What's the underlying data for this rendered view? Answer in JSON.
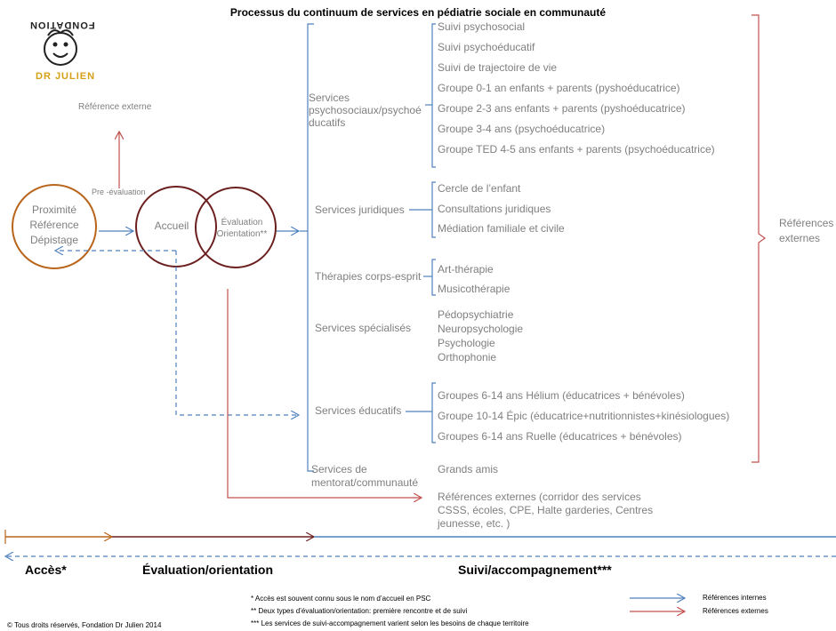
{
  "title": "Processus du continuum de services en pédiatrie sociale en communauté",
  "logo": {
    "arc_top": "FONDATION",
    "arc_bottom": "DR JULIEN"
  },
  "left": {
    "external_ref": "Référence externe",
    "pre_eval": "Pre -évaluation",
    "circle1": [
      "Proximité",
      "Référence",
      "Dépistage"
    ],
    "circle2": "Accueil",
    "circle3": [
      "Évaluation",
      "Orientation**"
    ]
  },
  "services": [
    {
      "label": "Services psychosociaux/psychoé ducatifs",
      "items": [
        "Suivi psychosocial",
        "Suivi psychoéducatif",
        "Suivi de trajectoire de vie",
        "Groupe 0-1 an enfants + parents (pyshoéducatrice)",
        "Groupe 2-3 ans enfants + parents (pyshoéducatrice)",
        "Groupe 3-4 ans (psychoéducatrice)",
        "Groupe TED 4-5 ans enfants + parents (psychoéducatrice)"
      ]
    },
    {
      "label": "Services juridiques",
      "items": [
        "Cercle de l’enfant",
        "Consultations juridiques",
        "Médiation familiale et civile"
      ]
    },
    {
      "label": "Thérapies corps-esprit",
      "items": [
        "Art-thérapie",
        "Musicothérapie"
      ]
    },
    {
      "label": "Services spécialisés",
      "items": [
        "Pédopsychiatrie",
        "Neuropsychologie",
        "Psychologie",
        "Orthophonie"
      ]
    },
    {
      "label": "Services éducatifs",
      "items": [
        "Groupes 6-14 ans Hélium  (éducatrices + bénévoles)",
        "Groupe 10-14  Épic (éducatrice+nutritionnistes+kinésiologues)",
        "Groupes  6-14 ans Ruelle (éducatrices + bénévoles)"
      ]
    },
    {
      "label": "Services de mentorat/communauté",
      "items": [
        "Grands amis"
      ]
    }
  ],
  "external_refs_right": "Références externes",
  "external_refs_bottom": "Références externes (corridor des services CSSS, écoles, CPE, Halte garderies, Centres jeunesse, etc. )",
  "phases": [
    "Accès*",
    "Évaluation/orientation",
    "Suivi/accompagnement***"
  ],
  "notes": [
    "*    Accès est souvent connu sous le nom  d’accueil en PSC",
    "**   Deux types d’évaluation/orientation:  première rencontre et de suivi",
    "*** Les services de suivi-accompagnement varient selon les besoins de chaque territoire"
  ],
  "legend": {
    "internal": "Références internes",
    "external": "Références externes"
  },
  "copyright": "© Tous droits réservés, Fondation Dr Julien 2014",
  "colors": {
    "blue": "#4f81bd",
    "red": "#c0504d",
    "brown": "#b8651b",
    "darkred": "#6b1f1f"
  }
}
